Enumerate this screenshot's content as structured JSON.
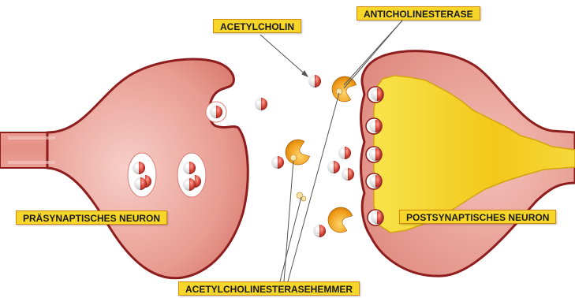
{
  "labels": {
    "acetylcholin": "ACETYLCHOLIN",
    "anticholinesterase": "ANTICHOLINESTERASE",
    "presynaptic": "PRÄSYNAPTISCHES NEURON",
    "postsynaptic": "POSTSYNAPTISCHES NEURON",
    "inhibitor": "ACETYLCHOLINESTERASEHEMMER"
  },
  "colors": {
    "neuron_fill": "#e9a29a",
    "neuron_outline": "#8e1d1d",
    "postsynaptic_core": "#f4d21a",
    "enzyme": "#f0a51c",
    "molecule_red": "#c8372d",
    "label_bg": "#f6d628",
    "label_border": "#d38a14"
  }
}
